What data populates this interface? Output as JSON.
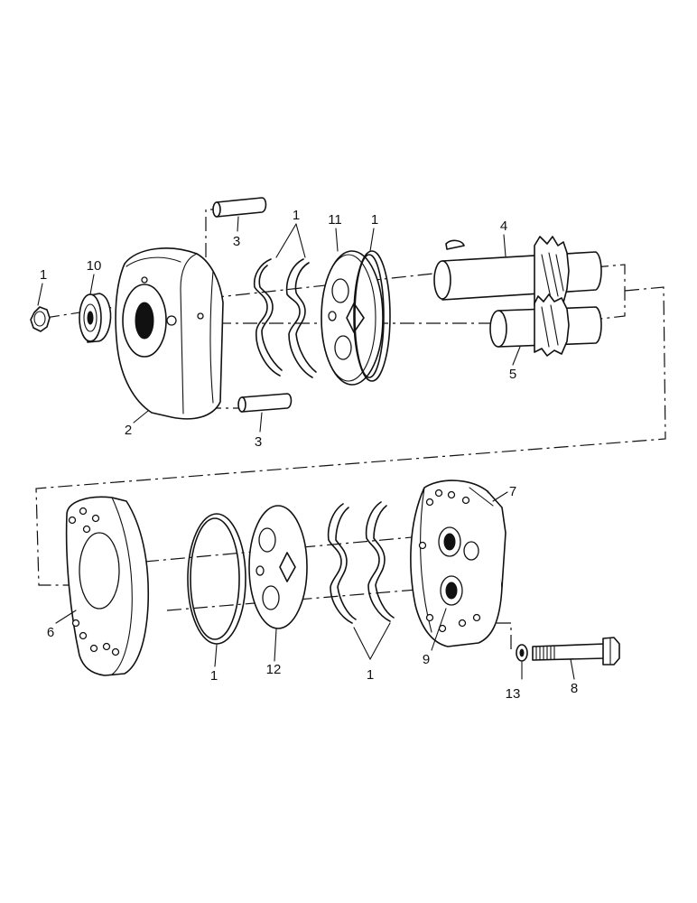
{
  "callouts": {
    "c_1_nut": "1",
    "c_10": "10",
    "c_2": "2",
    "c_3_top": "3",
    "c_3_bottom": "3",
    "c_1_seals_top": "1",
    "c_11": "11",
    "c_1_ring_top": "1",
    "c_4": "4",
    "c_5": "5",
    "c_7": "7",
    "c_6": "6",
    "c_1_ring_bottom": "1",
    "c_12": "12",
    "c_1_seals_bottom": "1",
    "c_9": "9",
    "c_13": "13",
    "c_8": "8"
  }
}
